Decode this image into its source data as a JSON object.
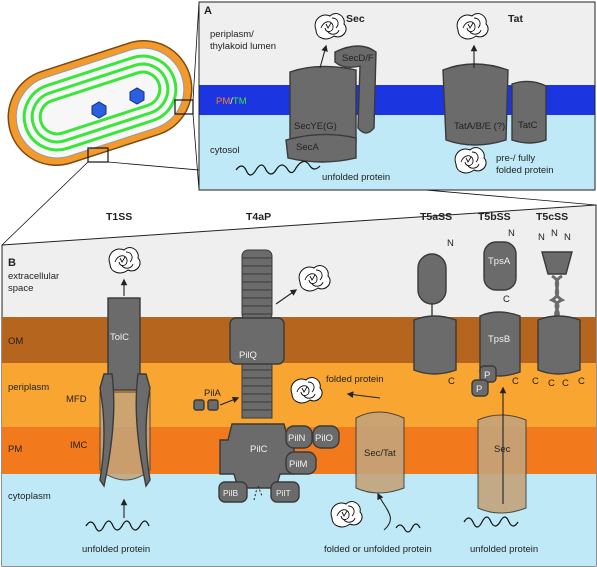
{
  "panel_a": {
    "letter": "A",
    "region_lumen": "periplasm/\nthylakoid lumen",
    "membrane_pm": "PM",
    "membrane_sep": "/",
    "membrane_tm": "TM",
    "region_cytosol": "cytosol",
    "sec_title": "Sec",
    "tat_title": "Tat",
    "secdf": "SecD/F",
    "secyeg": "SecYE(G)",
    "seca": "SecA",
    "unfolded": "unfolded protein",
    "tatabe": "TatA/B/E (?)",
    "tatc": "TatC",
    "prefolded_1": "pre-/ fully",
    "prefolded_2": "folded protein"
  },
  "panel_b": {
    "letter": "B",
    "extracellular_1": "extracellular",
    "extracellular_2": "space",
    "om": "OM",
    "periplasm": "periplasm",
    "pm": "PM",
    "cytoplasm": "cytoplasm",
    "t1ss": "T1SS",
    "t4ap": "T4aP",
    "t5ass": "T5aSS",
    "t5bss": "T5bSS",
    "t5css": "T5cSS",
    "tolc": "TolC",
    "mfd": "MFD",
    "imc": "IMC",
    "unfolded_t1": "unfolded protein",
    "pilq": "PilQ",
    "pila": "PilA",
    "pilc": "PilC",
    "piln": "PilN",
    "pilo": "PilO",
    "pilm": "PilM",
    "pilb": "PilB",
    "pilt": "PilT",
    "folded": "folded protein",
    "sectat": "Sec/Tat",
    "folded_or_unfolded": "folded or unfolded protein",
    "tpsa": "TpsA",
    "tpsb": "TpsB",
    "sec": "Sec",
    "unfolded_t5": "unfolded protein",
    "n": "N",
    "c": "C",
    "p": "P"
  },
  "colors": {
    "pm_blue": "#1b35e0",
    "cytosol": "#bfe9f7",
    "lumen": "#efefef",
    "om_brown": "#b5651d",
    "periplasm_orange": "#f9a532",
    "pm_orange": "#f27a1d",
    "protein_grey": "#6b6b6b",
    "cell_green": "#39e639"
  }
}
